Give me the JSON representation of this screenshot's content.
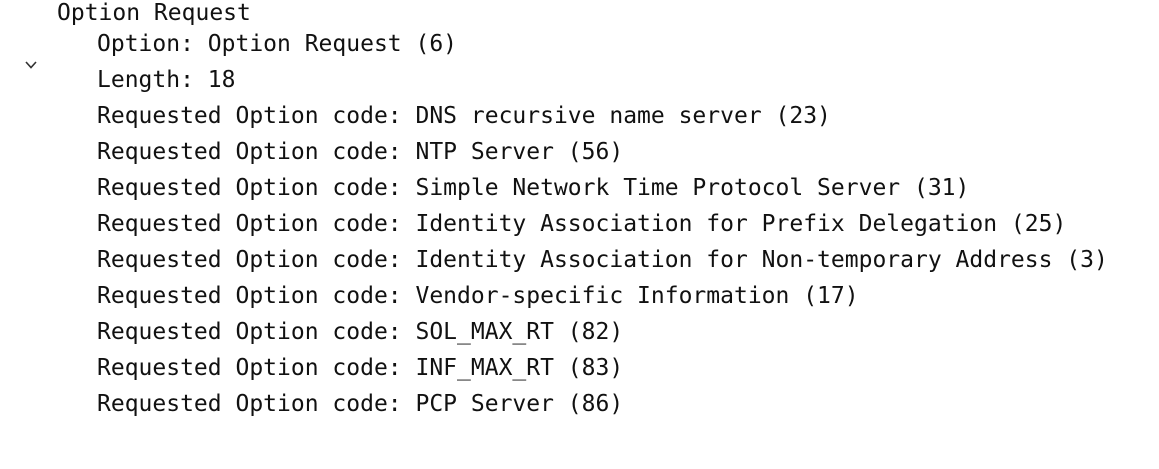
{
  "tree": {
    "header": {
      "label": "Option Request",
      "icon": "chevron-down-icon",
      "expanded": true
    },
    "fields": [
      {
        "text": "Option: Option Request (6)"
      },
      {
        "text": "Length: 18"
      },
      {
        "text": "Requested Option code: DNS recursive name server (23)"
      },
      {
        "text": "Requested Option code: NTP Server (56)"
      },
      {
        "text": "Requested Option code: Simple Network Time Protocol Server (31)"
      },
      {
        "text": "Requested Option code: Identity Association for Prefix Delegation (25)"
      },
      {
        "text": "Requested Option code: Identity Association for Non-temporary Address (3)"
      },
      {
        "text": "Requested Option code: Vendor-specific Information (17)"
      },
      {
        "text": "Requested Option code: SOL_MAX_RT (82)"
      },
      {
        "text": "Requested Option code: INF_MAX_RT (83)"
      },
      {
        "text": "Requested Option code: PCP Server (86)"
      }
    ]
  }
}
